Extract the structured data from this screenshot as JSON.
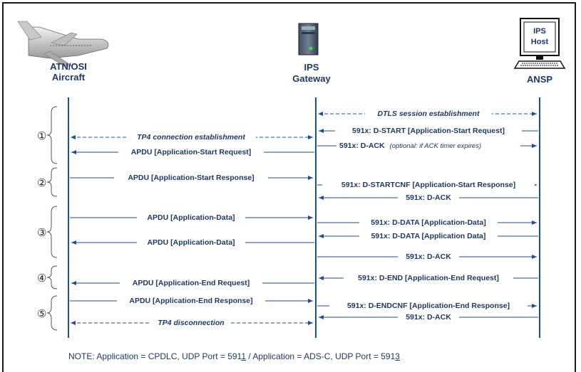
{
  "participants": {
    "aircraft": {
      "line1": "ATN/OSI",
      "line2": "Aircraft"
    },
    "gateway": {
      "line1": "IPS",
      "line2": "Gateway"
    },
    "ansp": {
      "label": "ANSP",
      "screen_line1": "IPS",
      "screen_line2": "Host"
    }
  },
  "phases": [
    "①",
    "②",
    "③",
    "④",
    "⑤"
  ],
  "messages": {
    "dtls": "DTLS session establishment",
    "d_start": "591x: D-START [Application-Start Request]",
    "tp4_conn": "TP4 connection establishment",
    "d_ack_opt_main": "591x: D-ACK",
    "d_ack_opt_note": "(optional: if ACK timer expires)",
    "apdu_start_req": "APDU [Application-Start Request]",
    "apdu_start_resp": "APDU [Application-Start Response]",
    "d_startcnf": "591x: D-STARTCNF [Application-Start Response]",
    "d_ack_2": "591x: D-ACK",
    "apdu_data_1": "APDU [Application-Data]",
    "d_data_1": "591x: D-DATA [Application-Data]",
    "d_data_2": "591x: D-DATA [Application Data]",
    "apdu_data_2": "APDU [Application-Data]",
    "d_ack_3": "591x: D-ACK",
    "d_end": "591x: D-END [Application-End Request]",
    "apdu_end_req": "APDU [Application-End Request]",
    "apdu_end_resp": "APDU [Application-End Response]",
    "d_endcnf": "591x: D-ENDCNF [Application-End Response]",
    "d_ack_5": "591x: D-ACK",
    "tp4_disc": "TP4 disconnection"
  },
  "note": {
    "prefix": "NOTE:  Application = CPDLC, UDP Port = 591",
    "digit1": "1",
    "middle": "  /  Application = ADS-C, UDP Port = 591",
    "digit2": "3"
  },
  "colors": {
    "line": "#1f4e99",
    "label": "#1f3864",
    "arrow": "#2e5fa8"
  },
  "icons": [
    "airplane-icon",
    "server-icon",
    "computer-icon"
  ]
}
